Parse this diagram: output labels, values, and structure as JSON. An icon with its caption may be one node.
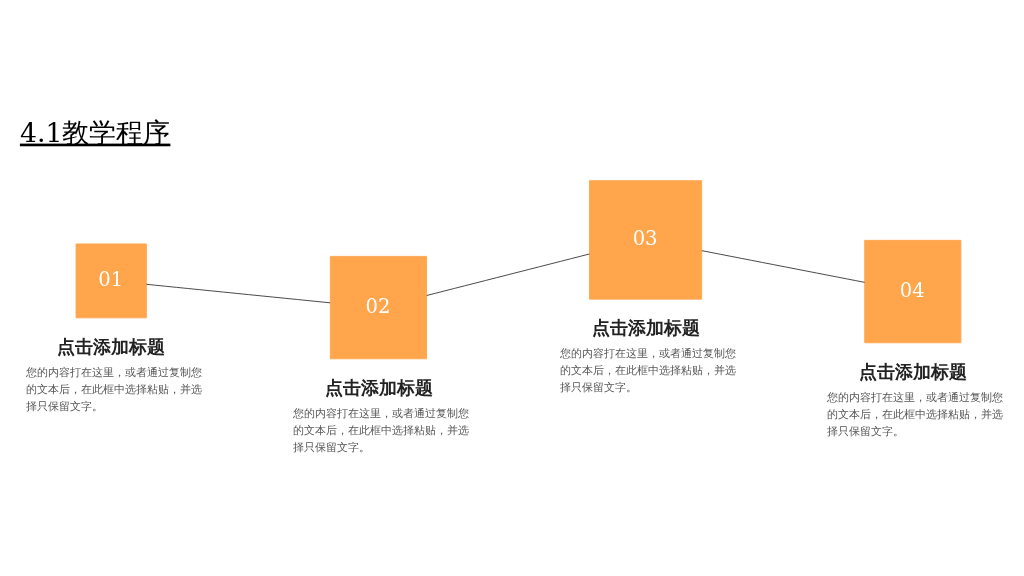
{
  "diagram": {
    "title": "4.1教学程序",
    "nodes": [
      {
        "text": [
          "01"
        ],
        "beside": [
          "点击添加标题",
          "您的内容打在这里，或者通过复制您的文本后，在此框中选择粘贴，并选择只保留文字。"
        ]
      },
      {
        "text": [
          "02"
        ],
        "beside": [
          "点击添加标题",
          "您的内容打在这里，或者通过复制您的文本后，在此框中选择粘贴，并选择只保留文字。"
        ]
      },
      {
        "text": [
          "03"
        ],
        "beside": [
          "点击添加标题",
          "您的内容打在这里，或者通过复制您的文本后，在此框中选择粘贴，并选择只保留文字。"
        ]
      },
      {
        "text": [
          "04"
        ],
        "beside": [
          "点击添加标题",
          "您的内容打在这里，或者通过复制您的文本后，在此框中选择粘贴，并选择只保留文字。"
        ]
      }
    ],
    "edges": [
      {
        "from": 0,
        "to": 1,
        "arrow": "none"
      },
      {
        "from": 1,
        "to": 2,
        "arrow": "none"
      },
      {
        "from": 2,
        "to": 3,
        "arrow": "none"
      }
    ]
  }
}
